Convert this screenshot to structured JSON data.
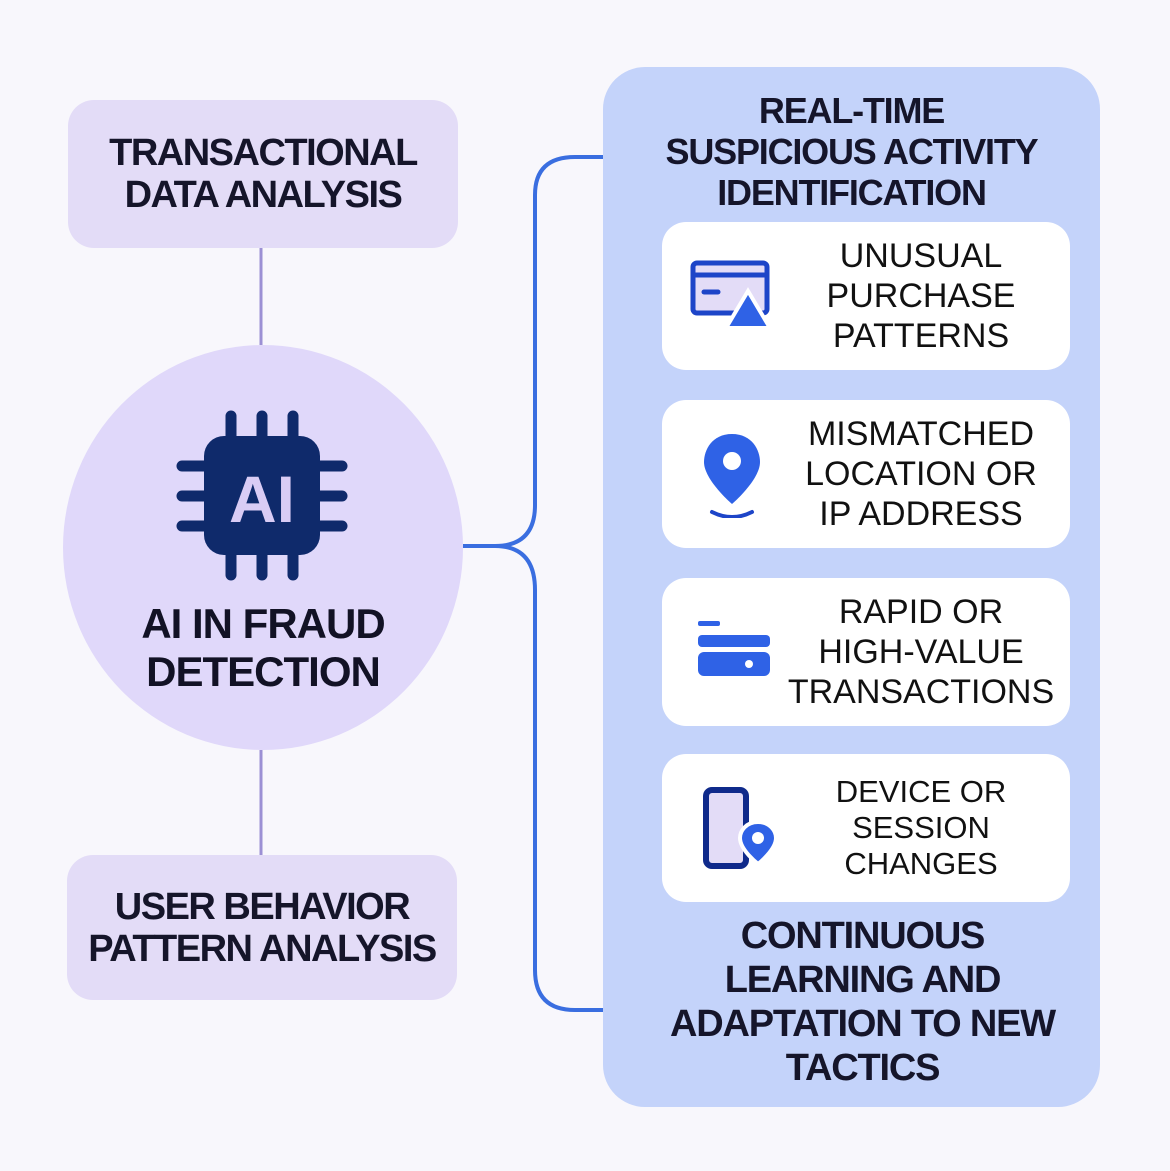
{
  "left": {
    "top_box": {
      "lines": [
        "TRANSACTIONAL",
        "DATA ANALYSIS"
      ]
    },
    "center": {
      "chip_text": "AI",
      "title_lines": [
        "AI IN FRAUD",
        "DETECTION"
      ]
    },
    "bottom_box": {
      "lines": [
        "USER BEHAVIOR",
        "PATTERN ANALYSIS"
      ]
    }
  },
  "right": {
    "header_lines": [
      "REAL-TIME",
      "SUSPICIOUS ACTIVITY",
      "IDENTIFICATION"
    ],
    "cards": [
      {
        "icon": "card-warning-icon",
        "lines": [
          "UNUSUAL",
          "PURCHASE",
          "PATTERNS"
        ]
      },
      {
        "icon": "location-pin-icon",
        "lines": [
          "MISMATCHED",
          "LOCATION OR",
          "IP ADDRESS"
        ]
      },
      {
        "icon": "fast-card-icon",
        "lines": [
          "RAPID OR",
          "HIGH-VALUE",
          "TRANSACTIONS"
        ]
      },
      {
        "icon": "device-location-icon",
        "lines": [
          "DEVICE OR",
          "SESSION",
          "CHANGES"
        ]
      }
    ],
    "footer_lines": [
      "CONTINUOUS",
      "LEARNING AND",
      "ADAPTATION TO NEW",
      "TACTICS"
    ]
  },
  "colors": {
    "accent": "#3a6ee0",
    "navy": "#0f2a6b",
    "lavender": "#e0d8fa",
    "panel": "#c4d3fa"
  }
}
